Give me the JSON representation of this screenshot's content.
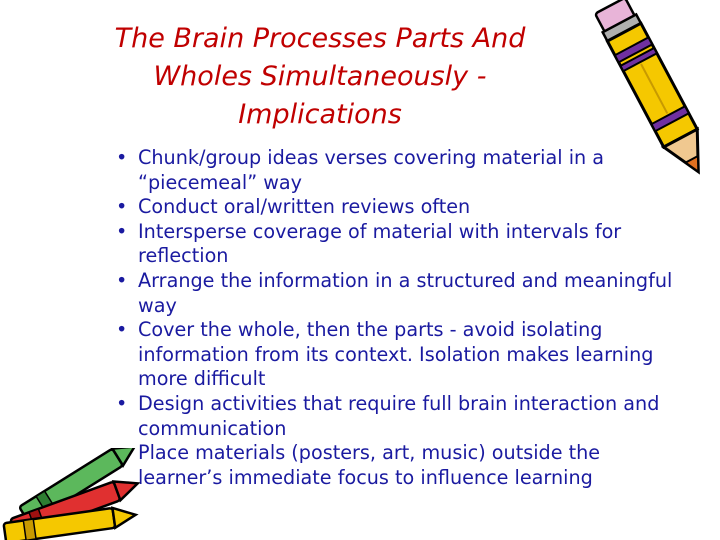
{
  "title": {
    "line1": "The Brain Processes Parts And",
    "line2": "Wholes Simultaneously -",
    "line3": "Implications"
  },
  "bullets": [
    "Chunk/group ideas verses covering material in a “piecemeal” way",
    "Conduct oral/written reviews often",
    "Intersperse coverage of material with intervals for reflection",
    "Arrange the information in a structured and meaningful way",
    "Cover the whole, then the parts - avoid isolating information from its context. Isolation makes learning more difficult",
    "Design activities that require full brain interaction and communication",
    "Place materials (posters, art, music) outside the learner’s immediate focus to influence learning"
  ],
  "colors": {
    "title": "#c00000",
    "body": "#1a1aa0",
    "pencil_body": "#f5c800",
    "pencil_stripe": "#7030a0",
    "pencil_tip": "#e07020"
  },
  "icons": [
    "pencil-icon",
    "crayons-icon"
  ]
}
